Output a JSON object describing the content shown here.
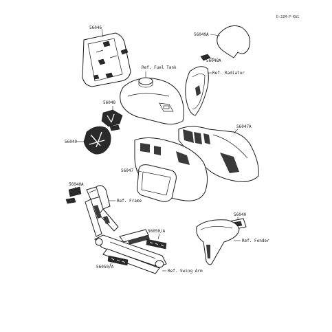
{
  "diagram": {
    "drawing_code": "D-22M-P-KA1",
    "parts": {
      "p56046": "56046",
      "p56049A": "56049A",
      "p56048A": "56048A",
      "p56048": "56048",
      "p56049": "56049",
      "p56047A": "56047A",
      "p56047": "56047",
      "p56040A": "56040A",
      "p56040": "56040",
      "p56050A_top": "56050/A",
      "p56050A_bottom": "56050/A"
    },
    "references": {
      "fuel_tank": "Ref. Fuel Tank",
      "radiator": "Ref. Radiator",
      "frame": "Ref. Frame",
      "fender": "Ref. Fender",
      "swing_arm": "Ref. Swing Arm"
    }
  }
}
